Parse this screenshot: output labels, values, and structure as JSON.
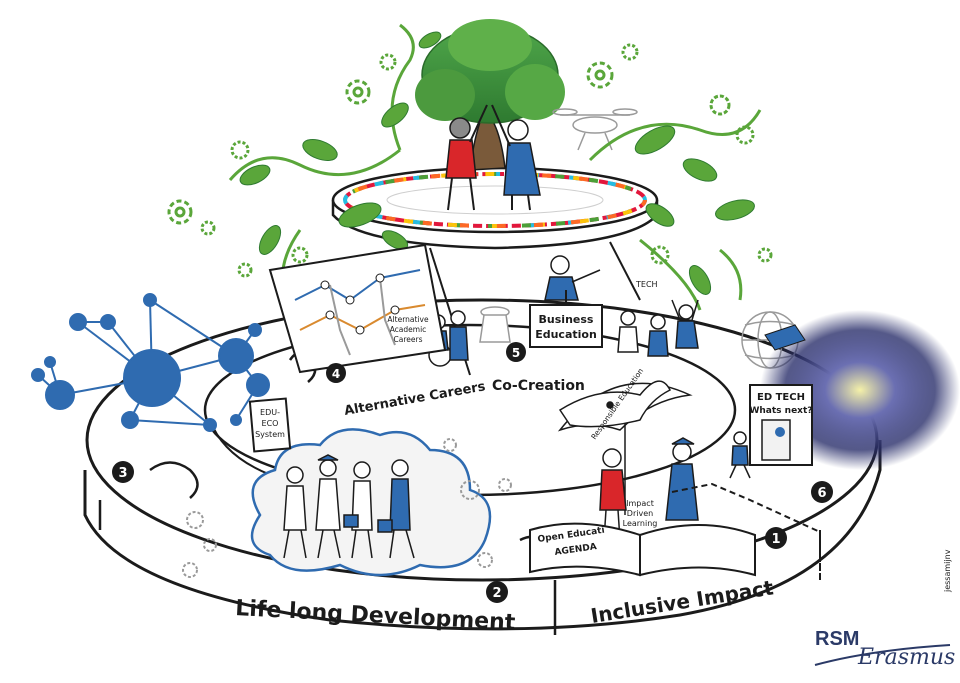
{
  "colors": {
    "ink": "#1b1b1b",
    "network_blue": "#2f6bb0",
    "leaf_green": "#5aa63a",
    "tree_green": "#3f8f3a",
    "brand_navy": "#2b3a67",
    "grey": "#9a9a9a"
  },
  "sections": {
    "life_long": "Life long Development",
    "inclusive": "Inclusive Impact",
    "alternative_careers": "Alternative Careers",
    "co_creation": "Co-Creation"
  },
  "markers": [
    "1",
    "2",
    "3",
    "4",
    "5",
    "6"
  ],
  "signs": {
    "business_line1": "Business",
    "business_line2": "Education",
    "edtech_line1": "ED TECH",
    "edtech_line2": "Whats next?",
    "edu_eco_line1": "EDU-",
    "edu_eco_line2": "ECO",
    "edu_eco_line3": "System",
    "alt_acad_line1": "Alternative",
    "alt_acad_line2": "Academic",
    "alt_acad_line3": "Careers",
    "open_edu_line1": "Open Educati",
    "open_edu_line2": "AGENDA",
    "impact_line1": "Impact",
    "impact_line2": "Driven",
    "impact_line3": "Learning",
    "responsible": "Responsible Education",
    "tech": "TECH"
  },
  "artist_signature": "jessamijnv",
  "brand": {
    "rsm": "RSM",
    "erasmus": "Erasmus"
  }
}
